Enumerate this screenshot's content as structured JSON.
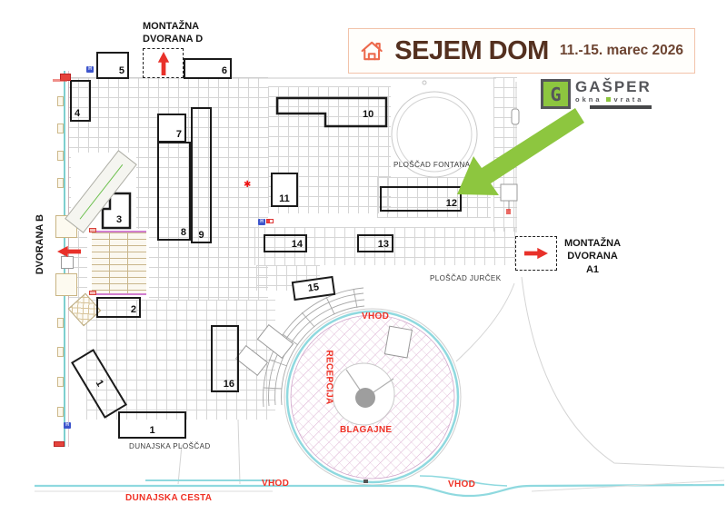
{
  "map": {
    "title_badge": {
      "event": "SEJEM DOM",
      "dates": "11.-15. marec 2026"
    },
    "exhibitor": {
      "monogram": "G",
      "name": "GAŠPER",
      "tagline_left": "okna",
      "tagline_right": "vrata"
    },
    "halls": {
      "montazna_d": {
        "line1": "MONTAŽNA",
        "line2": "DVORANA D"
      },
      "dvorana_b": "DVORANA B",
      "montazna_a1": {
        "line1": "MONTAŽNA",
        "line2": "DVORANA",
        "line3": "A1"
      }
    },
    "areas": {
      "fontana": "PLOŠČAD FONTANA",
      "jurcek": "PLOŠČAD JURČEK",
      "dunajska_ploscad": "DUNAJSKA PLOŠČAD"
    },
    "street": "DUNAJSKA CESTA",
    "entrance_labels": {
      "top": "VHOD",
      "bottom_left": "VHOD",
      "bottom_right": "VHOD"
    },
    "circle_labels": {
      "reception": "RECEPCIJA",
      "ticket_office": "BLAGAJNE"
    },
    "booths": [
      {
        "label": "5"
      },
      {
        "label": "6"
      },
      {
        "label": "4"
      },
      {
        "label": "7"
      },
      {
        "label": "8"
      },
      {
        "label": "9"
      },
      {
        "label": "3"
      },
      {
        "label": "10"
      },
      {
        "label": "11"
      },
      {
        "label": "12"
      },
      {
        "label": "13"
      },
      {
        "label": "14"
      },
      {
        "label": "2"
      },
      {
        "label": "15"
      },
      {
        "label": "16"
      },
      {
        "label": "1"
      },
      {
        "label": "1"
      }
    ],
    "markers": {
      "hydrant": "H"
    },
    "colors": {
      "highlight_green": "#8dc63f",
      "arrow_red": "#e8312a",
      "label_red": "#ef3125",
      "badge_brown": "#54301f",
      "badge_coral": "#ec6a4d",
      "logo_gray": "#55565a",
      "road_cyan": "#8fd9df",
      "hatch_pink": "#dcaed2"
    }
  }
}
